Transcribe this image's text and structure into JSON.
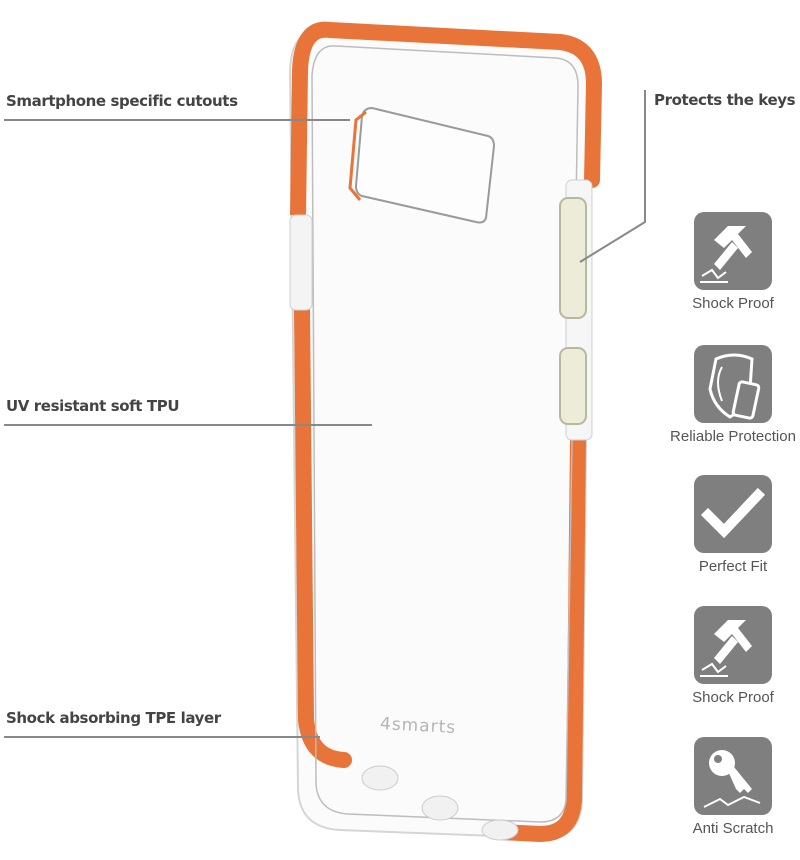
{
  "callouts": {
    "cutouts": "Smartphone specific cutouts",
    "keys": "Protects the keys",
    "tpu": "UV resistant soft TPU",
    "tpe": "Shock absorbing TPE layer"
  },
  "brand": {
    "logo_text": "4smarts"
  },
  "features": [
    {
      "label": "Shock Proof",
      "icon": "hammer-impact-icon"
    },
    {
      "label": "Reliable Protection",
      "icon": "shield-phone-icon"
    },
    {
      "label": "Perfect Fit",
      "icon": "checkmark-icon"
    },
    {
      "label": "Shock Proof",
      "icon": "hammer-impact-icon"
    },
    {
      "label": "Anti Scratch",
      "icon": "key-scratch-icon"
    }
  ],
  "colors": {
    "bumper": "#e8743a",
    "bumper_dark": "#c85a24",
    "text": "#444444",
    "tile": "#7f7f7f",
    "line": "#888888"
  }
}
